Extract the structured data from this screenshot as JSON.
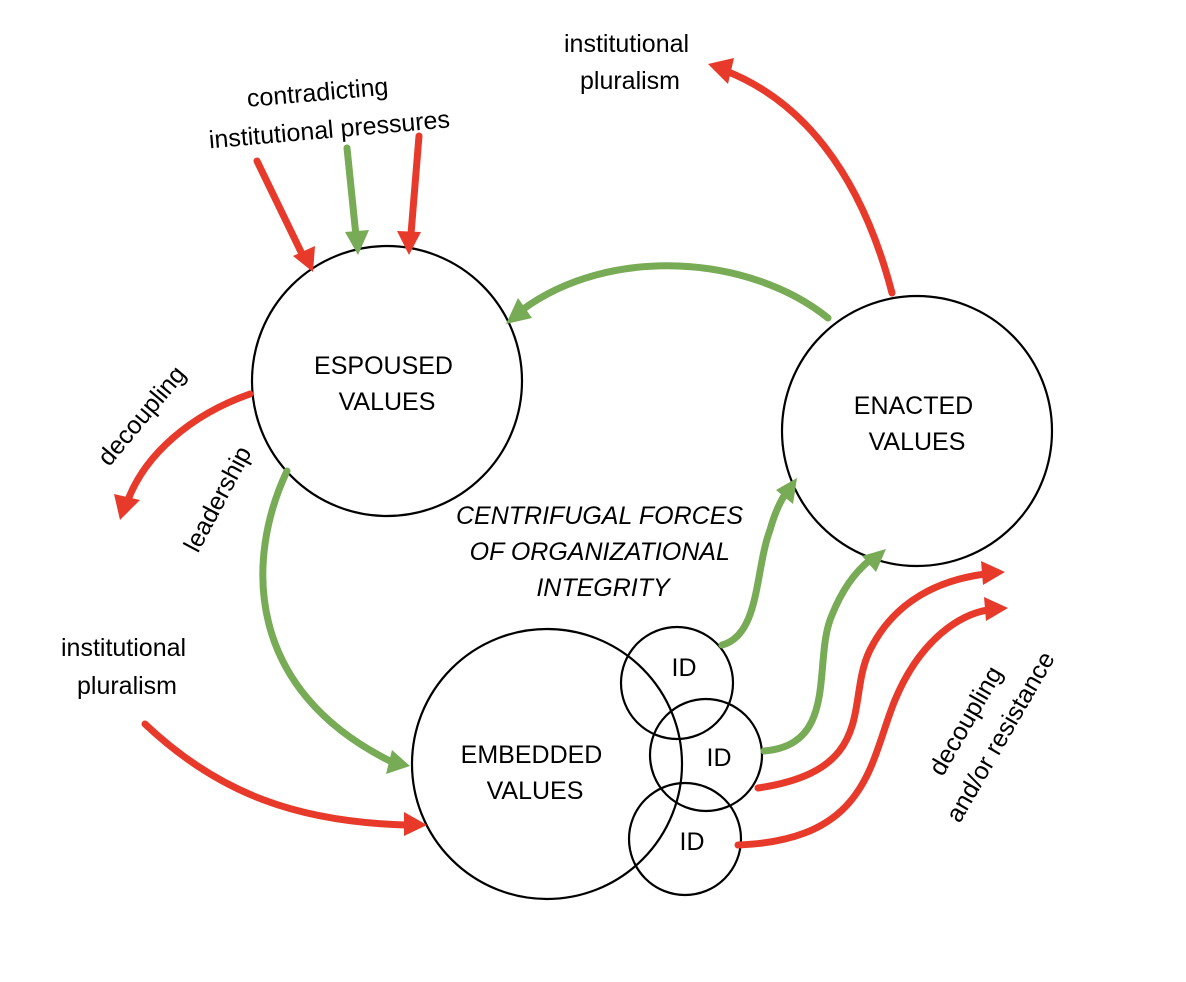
{
  "colors": {
    "green": "#77ab55",
    "red": "#e83a2a",
    "ink": "#000000",
    "background": "#ffffff"
  },
  "nodes": {
    "espoused": [
      "ESPOUSED",
      "VALUES"
    ],
    "enacted": [
      "ENACTED",
      "VALUES"
    ],
    "embedded": [
      "EMBEDDED",
      "VALUES"
    ],
    "id_labels": [
      "ID",
      "ID",
      "ID"
    ]
  },
  "labels": {
    "contradicting_pressures": [
      "contradicting",
      "institutional pressures"
    ],
    "pluralism_top": [
      "institutional",
      "pluralism"
    ],
    "pluralism_left": [
      "institutional",
      "pluralism"
    ],
    "decoupling_left": "decoupling",
    "leadership": "leadership",
    "centrifugal": [
      "CENTRIFUGAL FORCES",
      "OF ORGANIZATIONAL",
      "INTEGRITY"
    ],
    "decoupling_resistance": [
      "decoupling",
      "and/or resistance"
    ]
  }
}
